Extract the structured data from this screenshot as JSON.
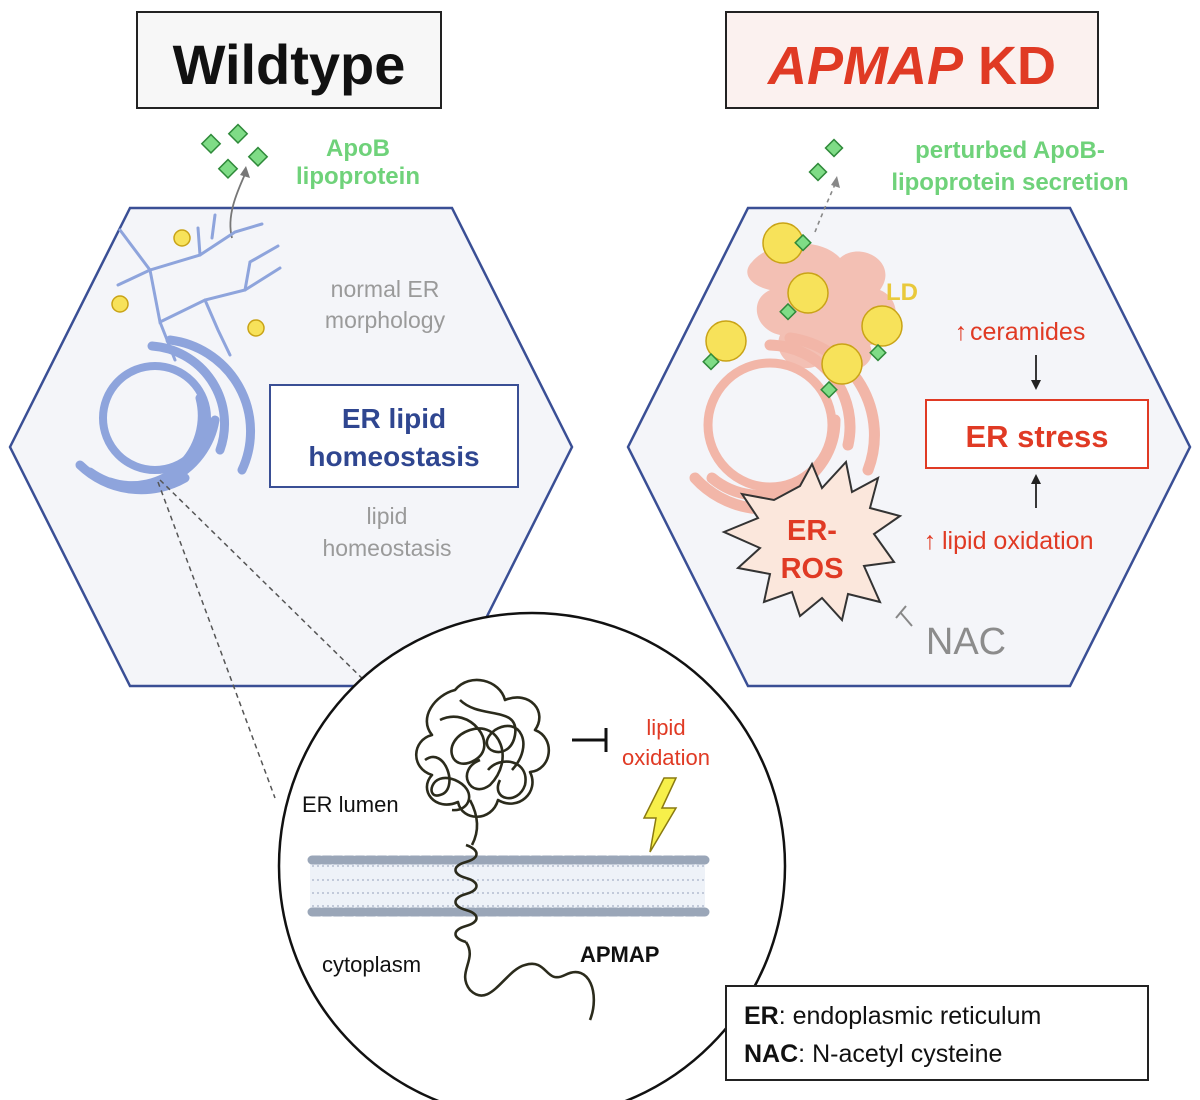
{
  "wildtype": {
    "title": "Wildtype",
    "secretion_label": [
      "ApoB",
      "lipoprotein"
    ],
    "morphology_label": [
      "normal ER",
      "morphology"
    ],
    "center_box": [
      "ER lipid",
      "homeostasis"
    ],
    "lower_label": [
      "lipid",
      "homeostasis"
    ]
  },
  "knockdown": {
    "title_italic": "APMAP",
    "title_rest": " KD",
    "secretion_label": [
      "perturbed ApoB-",
      "lipoprotein secretion"
    ],
    "ld_label": "LD",
    "ceramides": "ceramides",
    "er_stress": "ER stress",
    "lipid_oxidation": "lipid oxidation",
    "ros": [
      "ER-",
      "ROS"
    ],
    "nac": "NAC",
    "up_arrow": "↑"
  },
  "zoom": {
    "lumen_label": "ER lumen",
    "cytoplasm_label": "cytoplasm",
    "protein_label": "APMAP",
    "oxidation_label": [
      "lipid",
      "oxidation"
    ]
  },
  "legend": {
    "items": [
      {
        "abbr": "ER",
        "text": ": endoplasmic reticulum"
      },
      {
        "abbr": "NAC",
        "text": ": N-acetyl cysteine"
      }
    ]
  },
  "colors": {
    "hex_border": "#3a4f95",
    "er_wildtype": "#8ea4dc",
    "er_knockdown": "#f2b6a8",
    "apob_green": "#6fd27a",
    "red_accent": "#e03a24",
    "lipid_droplet": "#f7e25a"
  }
}
